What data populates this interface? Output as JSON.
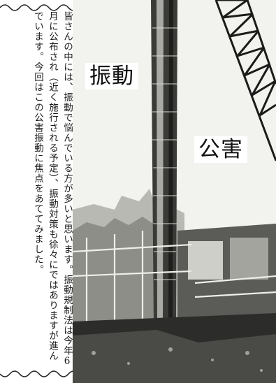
{
  "article": {
    "paragraph": "皆さんの中には、振動で悩んでいる方が多いと思います。振動規制法は今年6月に公布され（近く施行される予定）、振動対策も徐々にではありますが進んでいます。今回はこの公害振動に焦点をあててみました。"
  },
  "photo": {
    "headwords": [
      "振動",
      "公害"
    ]
  }
}
